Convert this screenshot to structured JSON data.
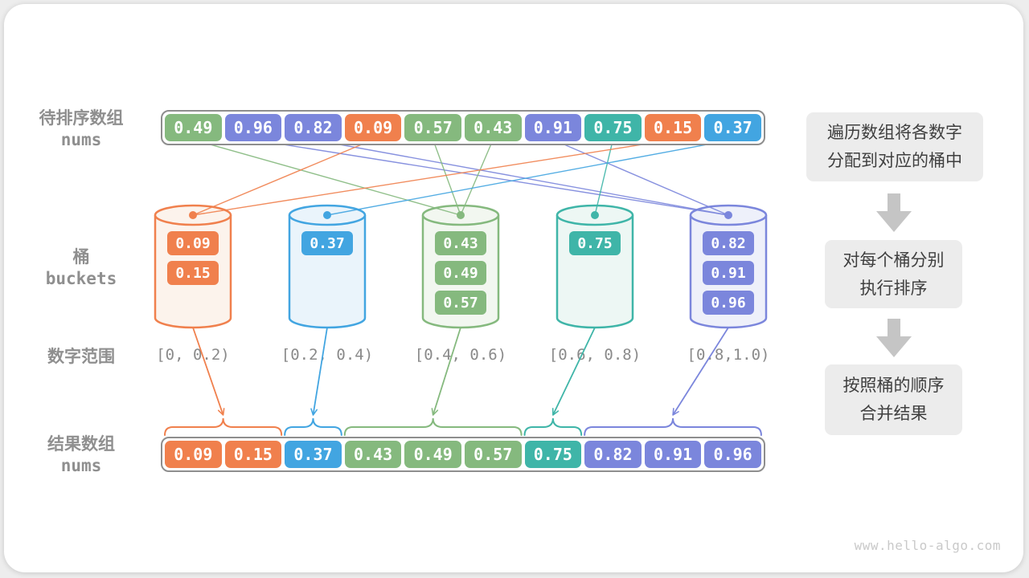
{
  "labels": {
    "input_array_line1": "待排序数组",
    "input_array_line2": "nums",
    "buckets_line1": "桶",
    "buckets_line2": "buckets",
    "ranges": "数字范围",
    "result_array_line1": "结果数组",
    "result_array_line2": "nums"
  },
  "colors": {
    "green": "#85B97E",
    "indigo": "#7B86DC",
    "orange": "#F0804D",
    "teal": "#3FB5A8",
    "blue": "#42A5E1",
    "green_tint": "#F2F7F0",
    "indigo_tint": "#EEF0FA",
    "orange_tint": "#FCF3EC",
    "teal_tint": "#EDF7F4",
    "blue_tint": "#EAF4FB",
    "container_border": "#8E8E8E",
    "label_gray": "#8F8F8F",
    "flow_box_bg": "#ECECEC",
    "flow_text": "#3F3F3F",
    "flow_arrow_gray": "#C5C5C5",
    "watermark_gray": "#C9C9C9"
  },
  "input_array": {
    "cells": [
      {
        "value": "0.49",
        "color": "green",
        "bucket": 2
      },
      {
        "value": "0.96",
        "color": "indigo",
        "bucket": 4
      },
      {
        "value": "0.82",
        "color": "indigo",
        "bucket": 4
      },
      {
        "value": "0.09",
        "color": "orange",
        "bucket": 0
      },
      {
        "value": "0.57",
        "color": "green",
        "bucket": 2
      },
      {
        "value": "0.43",
        "color": "green",
        "bucket": 2
      },
      {
        "value": "0.91",
        "color": "indigo",
        "bucket": 4
      },
      {
        "value": "0.75",
        "color": "teal",
        "bucket": 3
      },
      {
        "value": "0.15",
        "color": "orange",
        "bucket": 0
      },
      {
        "value": "0.37",
        "color": "blue",
        "bucket": 1
      }
    ]
  },
  "buckets": [
    {
      "color": "orange",
      "range": "[0, 0.2)",
      "values": [
        "0.09",
        "0.15"
      ]
    },
    {
      "color": "blue",
      "range": "[0.2, 0.4)",
      "values": [
        "0.37"
      ]
    },
    {
      "color": "green",
      "range": "[0.4, 0.6)",
      "values": [
        "0.43",
        "0.49",
        "0.57"
      ]
    },
    {
      "color": "teal",
      "range": "[0.6, 0.8)",
      "values": [
        "0.75"
      ]
    },
    {
      "color": "indigo",
      "range": "[0.8,1.0)",
      "values": [
        "0.82",
        "0.91",
        "0.96"
      ]
    }
  ],
  "result_array": {
    "cells": [
      {
        "value": "0.09",
        "color": "orange",
        "bucket": 0
      },
      {
        "value": "0.15",
        "color": "orange",
        "bucket": 0
      },
      {
        "value": "0.37",
        "color": "blue",
        "bucket": 1
      },
      {
        "value": "0.43",
        "color": "green",
        "bucket": 2
      },
      {
        "value": "0.49",
        "color": "green",
        "bucket": 2
      },
      {
        "value": "0.57",
        "color": "green",
        "bucket": 2
      },
      {
        "value": "0.75",
        "color": "teal",
        "bucket": 3
      },
      {
        "value": "0.82",
        "color": "indigo",
        "bucket": 4
      },
      {
        "value": "0.91",
        "color": "indigo",
        "bucket": 4
      },
      {
        "value": "0.96",
        "color": "indigo",
        "bucket": 4
      }
    ]
  },
  "flow_steps": [
    {
      "line1": "遍历数组将各数字",
      "line2": "分配到对应的桶中"
    },
    {
      "line1": "对每个桶分别",
      "line2": "执行排序"
    },
    {
      "line1": "按照桶的顺序",
      "line2": "合并结果"
    }
  ],
  "watermark": "www.hello-algo.com"
}
